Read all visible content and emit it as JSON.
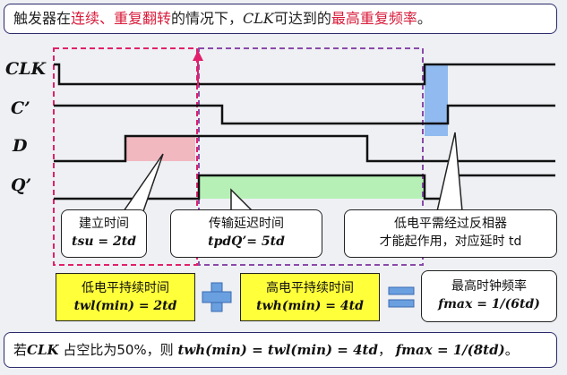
{
  "title": {
    "p1": "触发器在",
    "h1": "连续、重复翻转",
    "p2": "的情况下，",
    "clk": "CLK",
    "p3": "可达到的",
    "h2": "最高重复频率",
    "p4": "。"
  },
  "signals": [
    "CLK",
    "C’",
    "D",
    "Q’"
  ],
  "callouts": {
    "setup": {
      "label": "建立时间",
      "formula": "tsu = 2td"
    },
    "prop": {
      "label": "传输延迟时间",
      "formula": "tpdQ’= 5td"
    },
    "low": {
      "label_line1": "低电平需经过反相器",
      "label_line2": "才能起作用，对应延时 td"
    }
  },
  "equation": {
    "low_label": "低电平持续时间",
    "low_formula": "twl(min) = 2td",
    "plus": "+",
    "high_label": "高电平持续时间",
    "high_formula": "twh(min) = 4td",
    "equals": "=",
    "result_label": "最高时钟频率",
    "result_formula": "fmax = 1/(6td)"
  },
  "note": {
    "p1": "若",
    "clk": "CLK",
    "p2": " 占空比为50%，则 ",
    "f1": "twh(min) = twl(min) = 4td",
    "p3": "， ",
    "f2": "fmax = 1/(8td)",
    "p4": "。"
  },
  "colors": {
    "highlight_red": "#d81b3a",
    "setup_fill": "#f2b8c0",
    "prop_fill": "#b6f0b6",
    "clk_edge_fill": "#7fb0ee",
    "dashed_red": "#e0206a",
    "dashed_purple": "#8a4aa8",
    "yellow_box": "#ffff3a",
    "op_blue": "#6aa0e0"
  }
}
